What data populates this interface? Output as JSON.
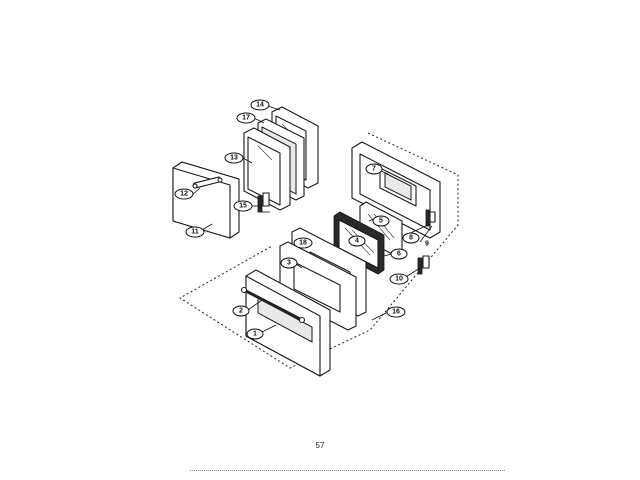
{
  "page_number": "57",
  "callouts": {
    "c1": "1",
    "c2": "2",
    "c3": "3",
    "c4": "4",
    "c5": "5",
    "c6": "6",
    "c7": "7",
    "c8": "8",
    "c9": "9",
    "c10": "10",
    "c11": "11",
    "c12": "12",
    "c13": "13",
    "c14": "14",
    "c15": "15",
    "c16": "16",
    "c17": "17",
    "c18": "18"
  }
}
